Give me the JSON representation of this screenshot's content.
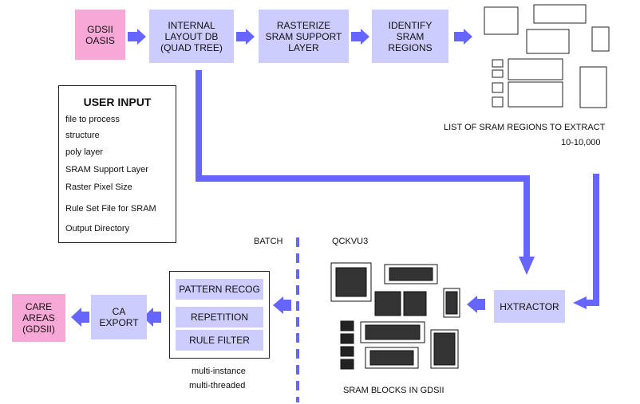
{
  "colors": {
    "box": "#ccccff",
    "source": "#f7a8d6",
    "arrow": "#6666ff",
    "outline": "#222222"
  },
  "nodes": {
    "gds_oasis": "GDSII\nOASIS",
    "internal_db": "INTERNAL\nLAYOUT DB\n(QUAD TREE)",
    "rasterize": "RASTERIZE\nSRAM SUPPORT\nLAYER",
    "identify": "IDENTIFY\nSRAM\nREGIONS",
    "hxtractor": "HXTRACTOR",
    "ca_export": "CA\nEXPORT",
    "care_areas": "CARE\nAREAS\n(GDSII)"
  },
  "user_input": {
    "title": "USER INPUT",
    "items": [
      "file to process",
      "structure",
      "poly layer",
      "SRAM Support Layer",
      "Raster Pixel Size",
      "Rule Set File for SRAM",
      "Output Directory"
    ]
  },
  "filters": [
    "PATTERN RECOG",
    "REPETITION",
    "RULE FILTER"
  ],
  "labels": {
    "regions_caption": "LIST OF SRAM REGIONS TO EXTRACT",
    "regions_count": "10-10,000",
    "batch": "BATCH",
    "qckvu": "QCKVU3",
    "sram_blocks": "SRAM BLOCKS IN GDSII",
    "multi_instance": "multi-instance",
    "multi_threaded": "multi-threaded"
  }
}
